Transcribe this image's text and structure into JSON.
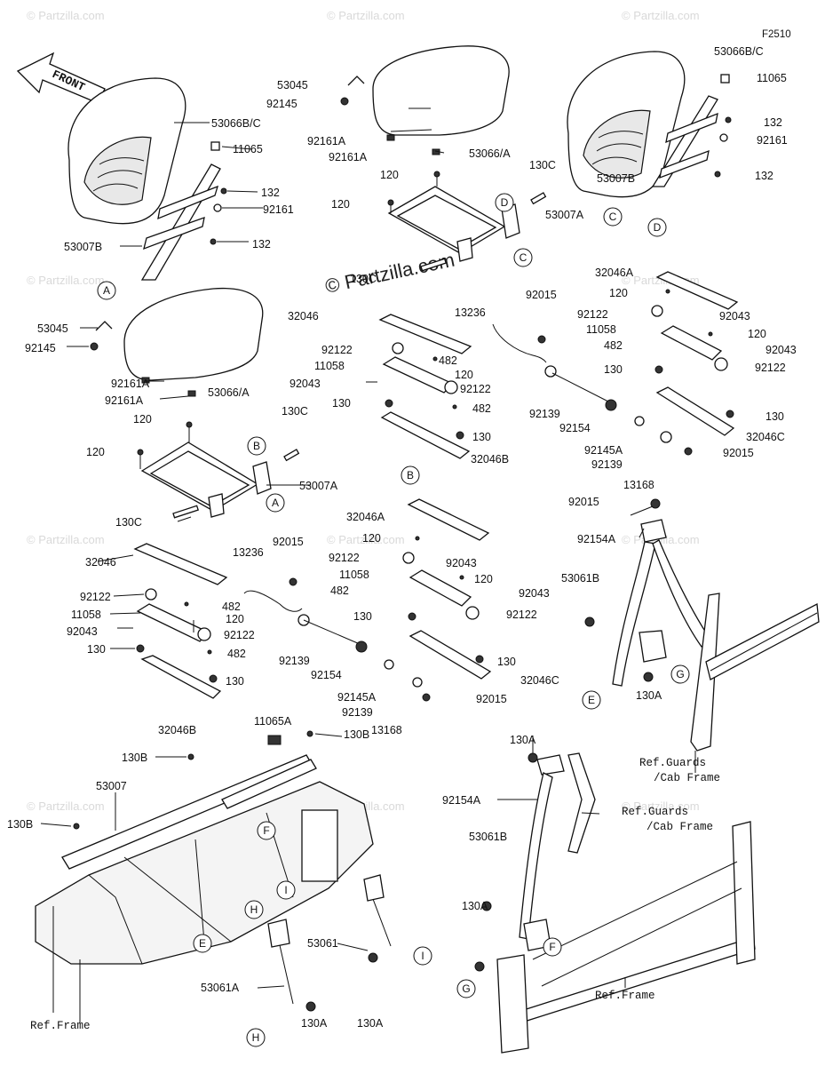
{
  "code": "F2510",
  "front_label": "FRONT",
  "copyright": "© Partzilla.com",
  "watermark": "© Partzilla.com",
  "labels": [
    {
      "id": "l1",
      "text": "53066B/C"
    },
    {
      "id": "l2",
      "text": "11065"
    },
    {
      "id": "l3",
      "text": "132"
    },
    {
      "id": "l4",
      "text": "92161"
    },
    {
      "id": "l5",
      "text": "132"
    },
    {
      "id": "l6",
      "text": "53007B"
    },
    {
      "id": "l7",
      "text": "53045"
    },
    {
      "id": "l8",
      "text": "92145"
    },
    {
      "id": "l9",
      "text": "92161A"
    },
    {
      "id": "l10",
      "text": "92161A"
    },
    {
      "id": "l11",
      "text": "53066/A"
    },
    {
      "id": "l12",
      "text": "120"
    },
    {
      "id": "l13",
      "text": "120"
    },
    {
      "id": "l14",
      "text": "130C"
    },
    {
      "id": "l15",
      "text": "53007A"
    },
    {
      "id": "l16",
      "text": "130C"
    },
    {
      "id": "l17",
      "text": "32046"
    },
    {
      "id": "l18",
      "text": "92122"
    },
    {
      "id": "l19",
      "text": "482"
    },
    {
      "id": "l20",
      "text": "11058"
    },
    {
      "id": "l21",
      "text": "120"
    },
    {
      "id": "l22",
      "text": "92043"
    },
    {
      "id": "l23",
      "text": "92122"
    },
    {
      "id": "l24",
      "text": "482"
    },
    {
      "id": "l25",
      "text": "130"
    },
    {
      "id": "l26",
      "text": "130"
    },
    {
      "id": "l27",
      "text": "32046B"
    },
    {
      "id": "l28",
      "text": "13236"
    },
    {
      "id": "l29",
      "text": "92015"
    },
    {
      "id": "l30",
      "text": "92139"
    },
    {
      "id": "l31",
      "text": "92154"
    },
    {
      "id": "l32",
      "text": "92145A"
    },
    {
      "id": "l33",
      "text": "92139"
    },
    {
      "id": "l34",
      "text": "13168"
    },
    {
      "id": "l35",
      "text": "32046A"
    },
    {
      "id": "l36",
      "text": "120"
    },
    {
      "id": "l37",
      "text": "92122"
    },
    {
      "id": "l38",
      "text": "92043"
    },
    {
      "id": "l39",
      "text": "11058"
    },
    {
      "id": "l40",
      "text": "120"
    },
    {
      "id": "l41",
      "text": "482"
    },
    {
      "id": "l42",
      "text": "92043"
    },
    {
      "id": "l43",
      "text": "130"
    },
    {
      "id": "l44",
      "text": "92122"
    },
    {
      "id": "l45",
      "text": "130"
    },
    {
      "id": "l46",
      "text": "32046C"
    },
    {
      "id": "l47",
      "text": "92015"
    },
    {
      "id": "l48",
      "text": "11065A"
    },
    {
      "id": "l49",
      "text": "130B"
    },
    {
      "id": "l50",
      "text": "130B"
    },
    {
      "id": "l51",
      "text": "53007"
    },
    {
      "id": "l52",
      "text": "130B"
    },
    {
      "id": "l53",
      "text": "53061"
    },
    {
      "id": "l54",
      "text": "130A"
    },
    {
      "id": "l55",
      "text": "53061A"
    },
    {
      "id": "l56",
      "text": "130A"
    },
    {
      "id": "l57",
      "text": "53066B/C"
    },
    {
      "id": "l58",
      "text": "11065"
    },
    {
      "id": "l59",
      "text": "132"
    },
    {
      "id": "l60",
      "text": "92161"
    },
    {
      "id": "l61",
      "text": "53007B"
    },
    {
      "id": "l62",
      "text": "132"
    },
    {
      "id": "l63",
      "text": "53045"
    },
    {
      "id": "l64",
      "text": "92145"
    },
    {
      "id": "l65",
      "text": "92161A"
    },
    {
      "id": "l66",
      "text": "92161A"
    },
    {
      "id": "l67",
      "text": "53066/A"
    },
    {
      "id": "l68",
      "text": "120"
    },
    {
      "id": "l69",
      "text": "120"
    },
    {
      "id": "l70",
      "text": "130C"
    },
    {
      "id": "l71",
      "text": "53007A"
    },
    {
      "id": "l72",
      "text": "130C"
    },
    {
      "id": "l73",
      "text": "13236"
    },
    {
      "id": "l74",
      "text": "92015"
    },
    {
      "id": "l75",
      "text": "32046"
    },
    {
      "id": "l76",
      "text": "92122"
    },
    {
      "id": "l77",
      "text": "11058"
    },
    {
      "id": "l78",
      "text": "482"
    },
    {
      "id": "l79",
      "text": "120"
    },
    {
      "id": "l80",
      "text": "92043"
    },
    {
      "id": "l81",
      "text": "92122"
    },
    {
      "id": "l82",
      "text": "482"
    },
    {
      "id": "l83",
      "text": "130"
    },
    {
      "id": "l84",
      "text": "130"
    },
    {
      "id": "l85",
      "text": "32046B"
    },
    {
      "id": "l86",
      "text": "92139"
    },
    {
      "id": "l87",
      "text": "92154"
    },
    {
      "id": "l88",
      "text": "92145A"
    },
    {
      "id": "l89",
      "text": "92139"
    },
    {
      "id": "l90",
      "text": "13168"
    },
    {
      "id": "l91",
      "text": "92015"
    },
    {
      "id": "l92",
      "text": "32046A"
    },
    {
      "id": "l93",
      "text": "120"
    },
    {
      "id": "l94",
      "text": "92122"
    },
    {
      "id": "l95",
      "text": "92043"
    },
    {
      "id": "l96",
      "text": "11058"
    },
    {
      "id": "l97",
      "text": "120"
    },
    {
      "id": "l98",
      "text": "482"
    },
    {
      "id": "l99",
      "text": "92043"
    },
    {
      "id": "l100",
      "text": "130"
    },
    {
      "id": "l101",
      "text": "92122"
    },
    {
      "id": "l102",
      "text": "130"
    },
    {
      "id": "l103",
      "text": "32046C"
    },
    {
      "id": "l104",
      "text": "92015"
    },
    {
      "id": "l105",
      "text": "92154A"
    },
    {
      "id": "l106",
      "text": "53061B"
    },
    {
      "id": "l107",
      "text": "130A"
    },
    {
      "id": "l108",
      "text": "130A"
    },
    {
      "id": "l109",
      "text": "92154A"
    },
    {
      "id": "l110",
      "text": "53061B"
    },
    {
      "id": "l111",
      "text": "130A"
    },
    {
      "id": "l112",
      "text": "130A"
    }
  ],
  "refs": [
    {
      "id": "r1",
      "text": "Ref.Guards"
    },
    {
      "id": "r2",
      "text": "/Cab Frame"
    },
    {
      "id": "r3",
      "text": "Ref.Guards"
    },
    {
      "id": "r4",
      "text": "/Cab Frame"
    },
    {
      "id": "r5",
      "text": "Ref.Frame"
    },
    {
      "id": "r6",
      "text": "Ref.Frame"
    }
  ],
  "callouts": [
    {
      "id": "c1",
      "text": "A"
    },
    {
      "id": "c2",
      "text": "B"
    },
    {
      "id": "c3",
      "text": "A"
    },
    {
      "id": "c4",
      "text": "D"
    },
    {
      "id": "c5",
      "text": "C"
    },
    {
      "id": "c6",
      "text": "B"
    },
    {
      "id": "c7",
      "text": "C"
    },
    {
      "id": "c8",
      "text": "D"
    },
    {
      "id": "c9",
      "text": "G"
    },
    {
      "id": "c10",
      "text": "E"
    },
    {
      "id": "c11",
      "text": "F"
    },
    {
      "id": "c12",
      "text": "I"
    },
    {
      "id": "c13",
      "text": "H"
    },
    {
      "id": "c14",
      "text": "E"
    },
    {
      "id": "c15",
      "text": "I"
    },
    {
      "id": "c16",
      "text": "H"
    },
    {
      "id": "c17",
      "text": "F"
    },
    {
      "id": "c18",
      "text": "G"
    }
  ]
}
